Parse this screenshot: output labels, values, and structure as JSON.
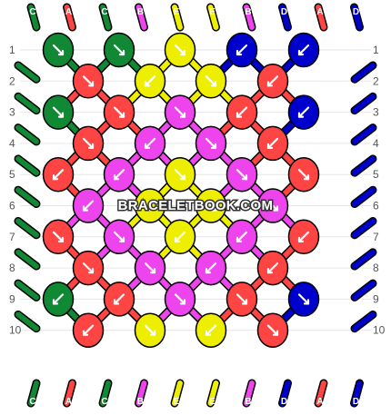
{
  "pattern": {
    "watermark": "BRACELETBOOK.COM",
    "thread_order": [
      "C",
      "A",
      "C",
      "B",
      "E",
      "E",
      "B",
      "D",
      "A",
      "D"
    ],
    "thread_colors": {
      "A": "#ff4444",
      "B": "#ee44ee",
      "C": "#118833",
      "D": "#0000cc",
      "E": "#eeee00"
    },
    "row_numbers": [
      "1",
      "2",
      "3",
      "4",
      "5",
      "6",
      "7",
      "8",
      "9",
      "10"
    ],
    "knot_rows": [
      [
        {
          "color": "C",
          "dir": "se"
        },
        {
          "color": "C",
          "dir": "se"
        },
        {
          "color": "E",
          "dir": "se"
        },
        {
          "color": "D",
          "dir": "sw"
        },
        {
          "color": "D",
          "dir": "sw"
        }
      ],
      [
        {
          "color": "A",
          "dir": "se"
        },
        {
          "color": "E",
          "dir": "sw"
        },
        {
          "color": "E",
          "dir": "se"
        },
        {
          "color": "A",
          "dir": "sw"
        }
      ],
      [
        {
          "color": "C",
          "dir": "se"
        },
        {
          "color": "A",
          "dir": "se"
        },
        {
          "color": "B",
          "dir": "se"
        },
        {
          "color": "A",
          "dir": "sw"
        },
        {
          "color": "D",
          "dir": "sw"
        }
      ],
      [
        {
          "color": "A",
          "dir": "se"
        },
        {
          "color": "B",
          "dir": "sw"
        },
        {
          "color": "B",
          "dir": "se"
        },
        {
          "color": "A",
          "dir": "sw"
        }
      ],
      [
        {
          "color": "A",
          "dir": "sw"
        },
        {
          "color": "B",
          "dir": "sw"
        },
        {
          "color": "E",
          "dir": "se"
        },
        {
          "color": "B",
          "dir": "se"
        },
        {
          "color": "A",
          "dir": "se"
        }
      ],
      [
        {
          "color": "B",
          "dir": "sw"
        },
        {
          "color": "E",
          "dir": "sw"
        },
        {
          "color": "E",
          "dir": "se"
        },
        {
          "color": "B",
          "dir": "se"
        }
      ],
      [
        {
          "color": "A",
          "dir": "se"
        },
        {
          "color": "B",
          "dir": "se"
        },
        {
          "color": "E",
          "dir": "sw"
        },
        {
          "color": "B",
          "dir": "sw"
        },
        {
          "color": "A",
          "dir": "sw"
        }
      ],
      [
        {
          "color": "A",
          "dir": "se"
        },
        {
          "color": "B",
          "dir": "se"
        },
        {
          "color": "B",
          "dir": "sw"
        },
        {
          "color": "A",
          "dir": "sw"
        }
      ],
      [
        {
          "color": "C",
          "dir": "sw"
        },
        {
          "color": "A",
          "dir": "sw"
        },
        {
          "color": "B",
          "dir": "se"
        },
        {
          "color": "A",
          "dir": "se"
        },
        {
          "color": "D",
          "dir": "se"
        }
      ],
      [
        {
          "color": "A",
          "dir": "sw"
        },
        {
          "color": "E",
          "dir": "se"
        },
        {
          "color": "E",
          "dir": "sw"
        },
        {
          "color": "A",
          "dir": "se"
        }
      ]
    ]
  }
}
